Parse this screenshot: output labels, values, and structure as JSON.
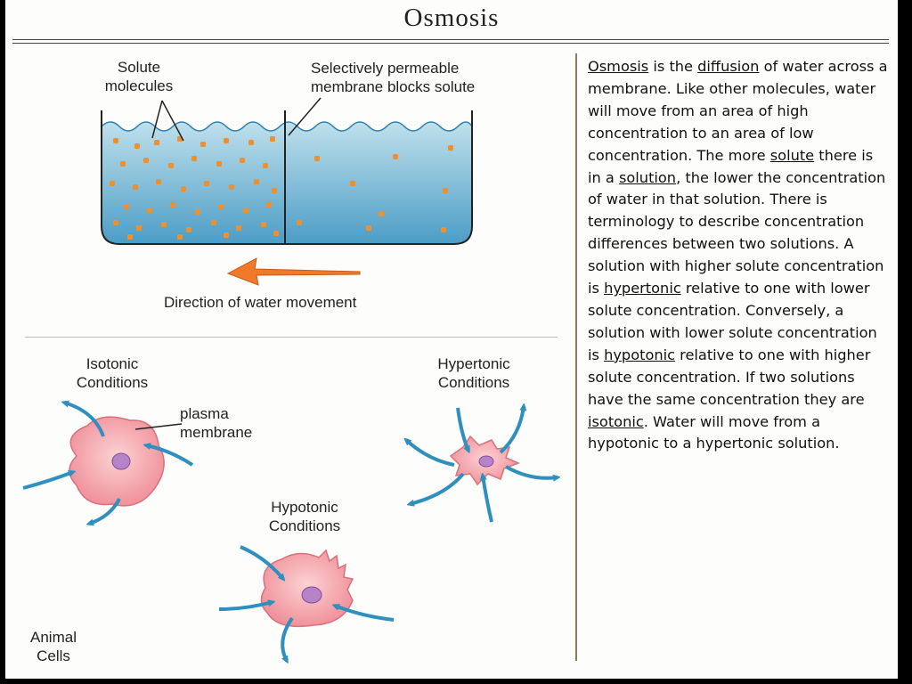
{
  "title": "Osmosis",
  "beaker": {
    "solute_label": "Solute\nmolecules",
    "membrane_label": "Selectively permeable\nmembrane blocks solute",
    "direction_label": "Direction of water movement"
  },
  "cells": {
    "isotonic_label": "Isotonic\nConditions",
    "plasma_label": "plasma\nmembrane",
    "hypertonic_label": "Hypertonic\nConditions",
    "hypotonic_label": "Hypotonic\nConditions",
    "animal_label": "Animal\nCells"
  },
  "text": {
    "s1": "Osmosis",
    "s2": " is the ",
    "s3": "diffusion",
    "s4": " of water across a membrane. Like other molecules, water will move from an area of high concentration to an area of low concentration. The more ",
    "s5": "solute",
    "s6": " there is in a ",
    "s7": "solution",
    "s8": ", the lower the concentration of water in that solution. There is terminology to describe concentration differences between two solutions. A solution with higher solute concentration is ",
    "s9": "hypertonic",
    "s10": " relative to one with lower solute concentration. Conversely, a solution with lower solute concentration is ",
    "s11": "hypotonic",
    "s12": " relative to one with higher solute concentration. If two solutions have the same concentration they are ",
    "s13": "isotonic",
    "s14": ". Water will move from a hypotonic to a hypertonic solution."
  },
  "colors": {
    "water_top": "#b8dbe9",
    "water_bottom": "#4aa0c8",
    "solute": "#f0902c",
    "arrow_orange": "#f07a2a",
    "cell_pink": "#f4a0a8",
    "cell_nucleus": "#b683c8",
    "water_arrow": "#2f90c0"
  }
}
